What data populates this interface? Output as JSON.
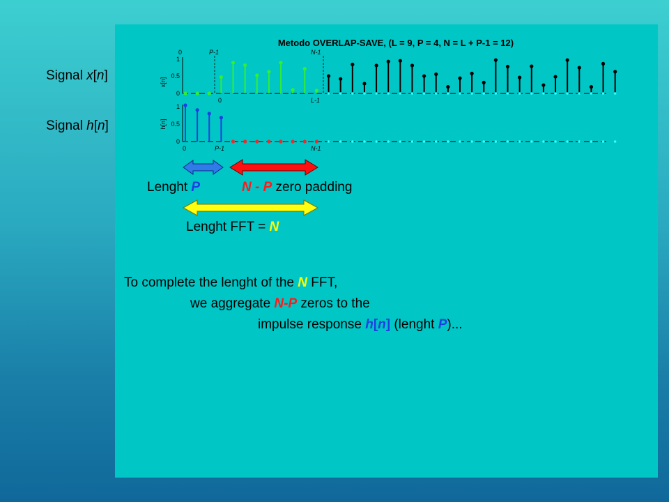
{
  "title": "Metodo OVERLAP-SAVE, (L = 9, P = 4, N = L + P-1 = 12)",
  "signals": {
    "x_label": {
      "pre": "Signal ",
      "var": "x",
      "open": "[",
      "idx": "n",
      "close": "]"
    },
    "h_label": {
      "pre": "Signal ",
      "var": "h",
      "open": "[",
      "idx": "n",
      "close": "]"
    }
  },
  "plot_x": {
    "ylabel": "x[n]",
    "yticks": [
      "0",
      "0.5",
      "1"
    ],
    "top_tick_0": "0",
    "top_tick_p": "P-1",
    "top_tick_n": "N-1",
    "bottom_tick_0": "0",
    "bottom_tick_l": "L-1",
    "samples": [
      0,
      0,
      0,
      0.45,
      0.85,
      0.78,
      0.5,
      0.6,
      0.85,
      0.1,
      0.68,
      0.08,
      0.48,
      0.4,
      0.8,
      0.27,
      0.77,
      0.88,
      0.9,
      0.77,
      0.48,
      0.53,
      0.18,
      0.42,
      0.55,
      0.3,
      0.92,
      0.74,
      0.44,
      0.75,
      0.23,
      0.46,
      0.92,
      0.71,
      0.18,
      0.82,
      0.6
    ],
    "sample_colors": [
      "#33ee33",
      "#33ee33",
      "#33ee33",
      "#33ee33",
      "#33ee33",
      "#33ee33",
      "#33ee33",
      "#33ee33",
      "#33ee33",
      "#33ee33",
      "#33ee33",
      "#33ee33",
      "#000000",
      "#000000",
      "#000000",
      "#000000",
      "#000000",
      "#000000",
      "#000000",
      "#000000",
      "#000000",
      "#000000",
      "#000000",
      "#000000",
      "#000000",
      "#000000",
      "#000000",
      "#000000",
      "#000000",
      "#000000",
      "#000000",
      "#000000",
      "#000000",
      "#000000",
      "#000000",
      "#000000",
      "#000000"
    ]
  },
  "plot_h": {
    "ylabel": "h[n]",
    "yticks": [
      "0",
      "0.5",
      "1"
    ],
    "bottom_tick_0": "0",
    "bottom_tick_p": "P-1",
    "bottom_tick_n": "N-1",
    "samples": [
      1,
      0.87,
      0.77,
      0.66,
      0,
      0,
      0,
      0,
      0,
      0,
      0,
      0
    ],
    "sample_colors": [
      "#1d3fe0",
      "#1d3fe0",
      "#1d3fe0",
      "#1d3fe0",
      "#e23030",
      "#e23030",
      "#e23030",
      "#e23030",
      "#e23030",
      "#e23030",
      "#e23030",
      "#e23030"
    ]
  },
  "arrows": {
    "length_p": {
      "pre": "Lenght ",
      "var": "P"
    },
    "zero_pad": {
      "var": "N - P",
      "post": " zero padding"
    },
    "fft_len": {
      "pre": "Lenght FFT = ",
      "var": "N"
    }
  },
  "caption": {
    "line1_pre": "To complete the lenght of the ",
    "line1_var": "N",
    "line1_post": " FFT,",
    "line2_pre": "we aggregate ",
    "line2_var": "N-P",
    "line2_post": " zeros to the",
    "line3_pre": "impulse response ",
    "line3_var": "h",
    "line3_open": "[",
    "line3_idx": "n",
    "line3_close": "]",
    "line3_mid": " (lenght ",
    "line3_var2": "P",
    "line3_post": ")..."
  },
  "colors": {
    "panel": "#00c6c6",
    "green": "#33ee33",
    "blue": "#1d3fe0",
    "red": "#e23030",
    "yellow": "#ffff00",
    "cyan_dot": "#33ffff"
  }
}
